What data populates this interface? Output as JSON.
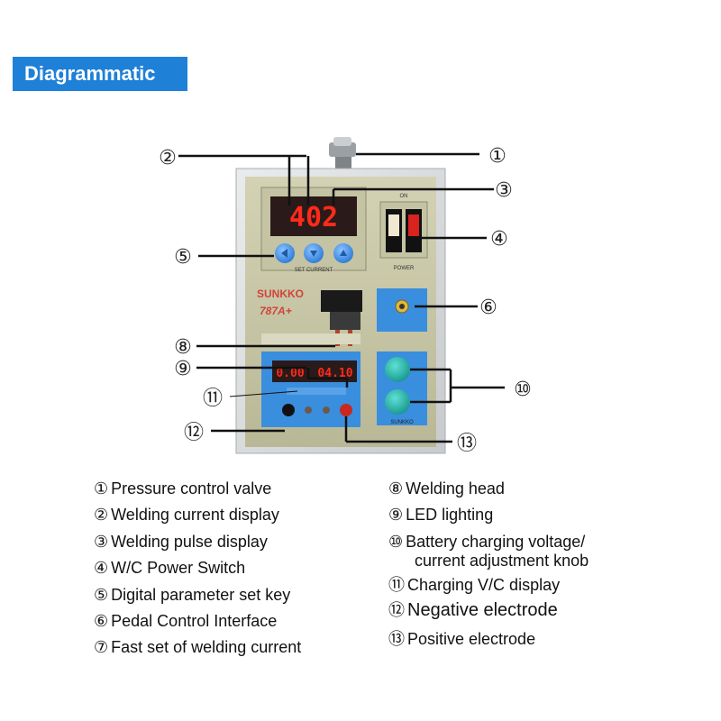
{
  "header": {
    "title": "Diagrammatic"
  },
  "device": {
    "display_top_value": "402",
    "set_current_label": "SET CURRENT",
    "on_label": "ON",
    "power_label": "POWER",
    "brand": "SUNKKO",
    "model": "787A+",
    "bottom_display_left": "0.00",
    "bottom_display_right": "04.10",
    "bottom_brand": "SUNKKO"
  },
  "callouts": [
    "①",
    "②",
    "③",
    "④",
    "⑤",
    "⑥",
    "⑧",
    "⑨",
    "⑪",
    "⑫",
    "⑬",
    "⑩"
  ],
  "legend": {
    "left": [
      {
        "num": "①",
        "text": "Pressure control valve"
      },
      {
        "num": "②",
        "text": "Welding current display"
      },
      {
        "num": "③",
        "text": "Welding pulse display"
      },
      {
        "num": "④",
        "text": "W/C Power Switch"
      },
      {
        "num": "⑤",
        "text": "Digital parameter set key"
      },
      {
        "num": "⑥",
        "text": "Pedal Control Interface"
      },
      {
        "num": "⑦",
        "text": "Fast set of welding current"
      }
    ],
    "right": [
      {
        "num": "⑧",
        "text": "Welding head"
      },
      {
        "num": "⑨",
        "text": "LED lighting"
      },
      {
        "num": "⑩",
        "text": "Battery charging voltage/"
      },
      {
        "num": "",
        "text": "current  adjustment knob"
      },
      {
        "num": "⑪",
        "text": "Charging V/C display"
      },
      {
        "num": "⑫",
        "text": "Negative electrode"
      },
      {
        "num": "⑬",
        "text": "Positive electrode"
      }
    ]
  },
  "colors": {
    "title_bg": "#1f80d8",
    "panel": "#c9c9a8",
    "display_red": "#ff2a1a",
    "key_blue": "#3b8ee8",
    "knob_teal": "#20b3a8",
    "switch_red": "#d8231e"
  }
}
